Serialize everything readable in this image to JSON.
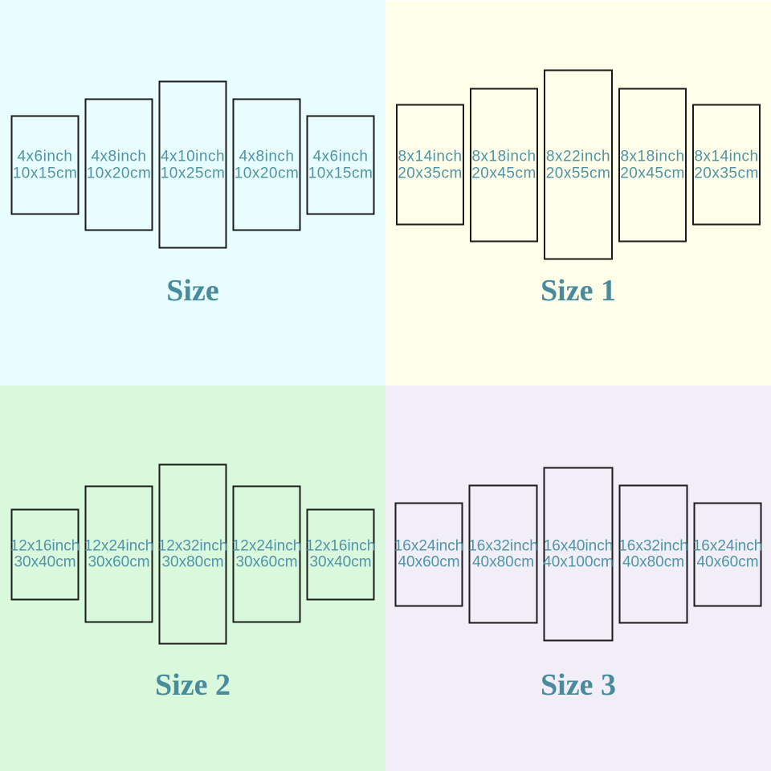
{
  "page": {
    "description": "Five-panel canvas wall-art size chart with four size options"
  },
  "colors": {
    "panel_border": "#1b1b1b",
    "panel_text": "#4e95a8",
    "title_text": "#478b9c",
    "bg_top_left": "#e8fdfd",
    "bg_top_right": "#fffee8",
    "bg_bottom_left": "#daf8db",
    "bg_bottom_right": "#f2eef8"
  },
  "quadrants": [
    {
      "title": "Size",
      "bg": "#e8fdfd",
      "panels": [
        {
          "inch": "4x6inch",
          "cm": "10x15cm"
        },
        {
          "inch": "4x8inch",
          "cm": "10x20cm"
        },
        {
          "inch": "4x10inch",
          "cm": "10x25cm"
        },
        {
          "inch": "4x8inch",
          "cm": "10x20cm"
        },
        {
          "inch": "4x6inch",
          "cm": "10x15cm"
        }
      ]
    },
    {
      "title": "Size 1",
      "bg": "#fffee8",
      "panels": [
        {
          "inch": "8x14inch",
          "cm": "20x35cm"
        },
        {
          "inch": "8x18inch",
          "cm": "20x45cm"
        },
        {
          "inch": "8x22inch",
          "cm": "20x55cm"
        },
        {
          "inch": "8x18inch",
          "cm": "20x45cm"
        },
        {
          "inch": "8x14inch",
          "cm": "20x35cm"
        }
      ]
    },
    {
      "title": "Size 2",
      "bg": "#daf8db",
      "panels": [
        {
          "inch": "12x16inch",
          "cm": "30x40cm"
        },
        {
          "inch": "12x24inch",
          "cm": "30x60cm"
        },
        {
          "inch": "12x32inch",
          "cm": "30x80cm"
        },
        {
          "inch": "12x24inch",
          "cm": "30x60cm"
        },
        {
          "inch": "12x16inch",
          "cm": "30x40cm"
        }
      ]
    },
    {
      "title": "Size 3",
      "bg": "#f2eef8",
      "panels": [
        {
          "inch": "16x24inch",
          "cm": "40x60cm"
        },
        {
          "inch": "16x32inch",
          "cm": "40x80cm"
        },
        {
          "inch": "16x40inch",
          "cm": "40x100cm"
        },
        {
          "inch": "16x32inch",
          "cm": "40x80cm"
        },
        {
          "inch": "16x24inch",
          "cm": "40x60cm"
        }
      ]
    }
  ]
}
